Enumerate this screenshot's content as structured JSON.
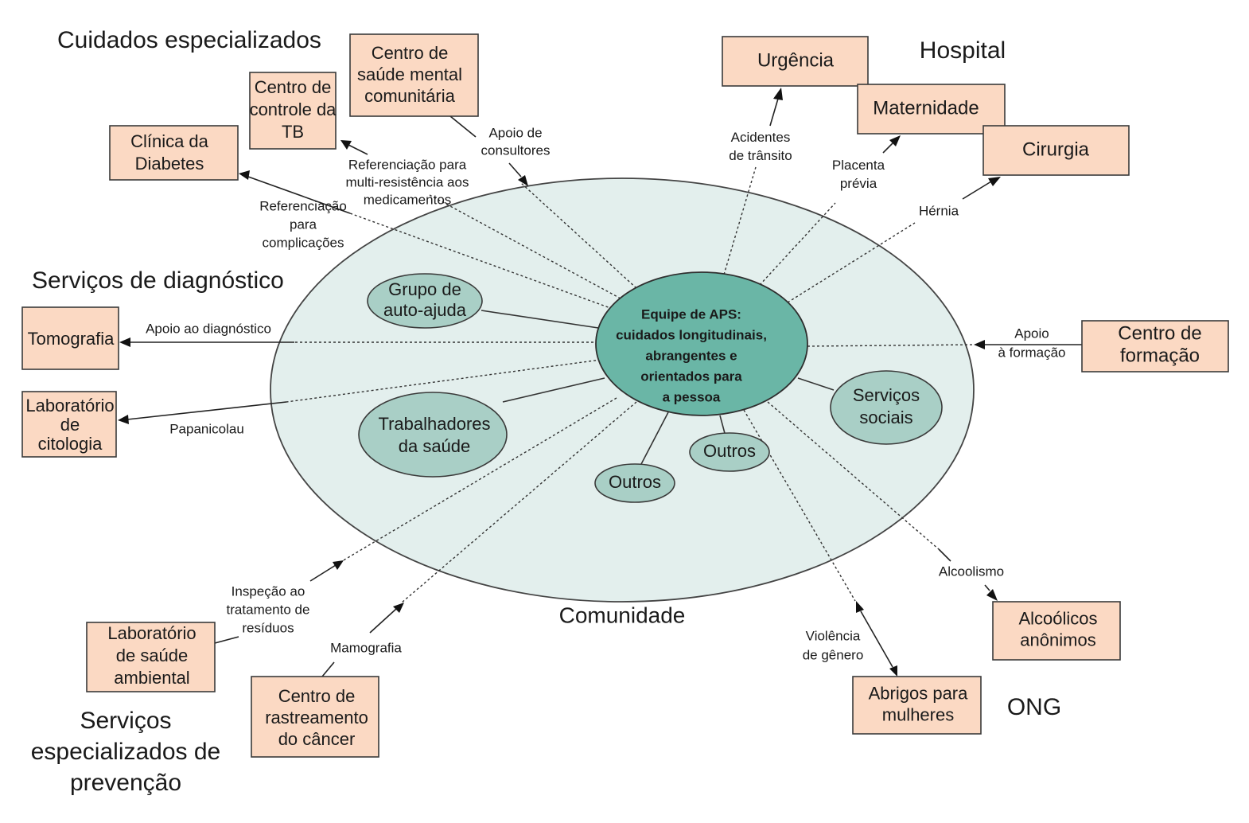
{
  "sections": {
    "cuidados_especializados": "Cuidados especializados",
    "hospital": "Hospital",
    "servicos_diagnostico": "Serviços de diagnóstico",
    "servicos_prevencao": [
      "Serviços",
      "especializados de",
      "prevenção"
    ],
    "ong": "ONG",
    "comunidade": "Comunidade"
  },
  "core": [
    "Equipe de APS:",
    "cuidados longitudinais,",
    "abrangentes e",
    "orientados para",
    "a pessoa"
  ],
  "inner_groups": {
    "grupo_autoajuda": [
      "Grupo de",
      "auto-ajuda"
    ],
    "trabalhadores_saude": [
      "Trabalhadores",
      "da saúde"
    ],
    "outros_1": [
      "Outros"
    ],
    "outros_2": [
      "Outros"
    ],
    "servicos_sociais": [
      "Serviços",
      "sociais"
    ]
  },
  "boxes": {
    "clinica_diabetes": [
      "Clínica da",
      "Diabetes"
    ],
    "centro_tb": [
      "Centro de",
      "controle da",
      "TB"
    ],
    "centro_saude_mental": [
      "Centro de",
      "saúde mental",
      "comunitária"
    ],
    "urgencia": [
      "Urgência"
    ],
    "maternidade": [
      "Maternidade"
    ],
    "cirurgia": [
      "Cirurgia"
    ],
    "tomografia": [
      "Tomografia"
    ],
    "lab_citologia": [
      "Laboratório",
      "de",
      "citologia"
    ],
    "centro_formacao": [
      "Centro de",
      "formação"
    ],
    "lab_saude_ambiental": [
      "Laboratório",
      "de saúde",
      "ambiental"
    ],
    "centro_rastreamento": [
      "Centro de",
      "rastreamento",
      "do câncer"
    ],
    "abrigos_mulheres": [
      "Abrigos para",
      "mulheres"
    ],
    "alcoolicos_anonimos": [
      "Alcoólicos",
      "anônimos"
    ]
  },
  "labels": {
    "referenciacao_complicacoes": [
      "Referenciação",
      "para",
      "complicações"
    ],
    "referenciacao_multiresistencia": [
      "Referenciação para",
      "multi-resistência aos",
      "medicamentos"
    ],
    "apoio_consultores": [
      "Apoio de",
      "consultores"
    ],
    "acidentes_transito": [
      "Acidentes",
      "de trânsito"
    ],
    "placenta_previa": [
      "Placenta",
      "prévia"
    ],
    "hernia": [
      "Hérnia"
    ],
    "apoio_diagnostico": [
      "Apoio ao diagnóstico"
    ],
    "papanicolau": [
      "Papanicolau"
    ],
    "apoio_formacao": [
      "Apoio",
      "à formação"
    ],
    "inspecao_residuos": [
      "Inspeção ao",
      "tratamento de",
      "resíduos"
    ],
    "mamografia": [
      "Mamografia"
    ],
    "violencia_genero": [
      "Violência",
      "de gênero"
    ],
    "alcoolismo": [
      "Alcoolismo"
    ]
  },
  "colors": {
    "box_fill": "#fbd9c3",
    "community_fill": "#e3efed",
    "group_fill": "#a9cfc6",
    "core_fill": "#6ab6a6"
  }
}
